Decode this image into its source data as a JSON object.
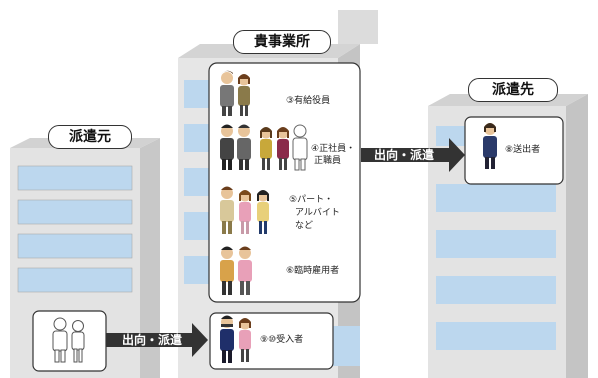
{
  "buildings": {
    "source_label": "派遣元",
    "center_label": "貴事業所",
    "dest_label": "派遣先"
  },
  "groups": {
    "executives": "③有給役員",
    "regular_line1": "④正社員・",
    "regular_line2": "正職員",
    "parttime_line1": "⑤パート・",
    "parttime_line2": "アルバイト",
    "parttime_line3": "など",
    "temporary": "⑥臨時雇用者",
    "sent_out": "⑧送出者",
    "received": "⑨⑩受入者"
  },
  "arrows": {
    "to_destination": "出向・派遣",
    "from_source": "出向・派遣"
  },
  "colors": {
    "building_face": "#e6e6e6",
    "building_side": "#c4c4c4",
    "window": "#bcd7ee",
    "arrow": "#333333"
  }
}
